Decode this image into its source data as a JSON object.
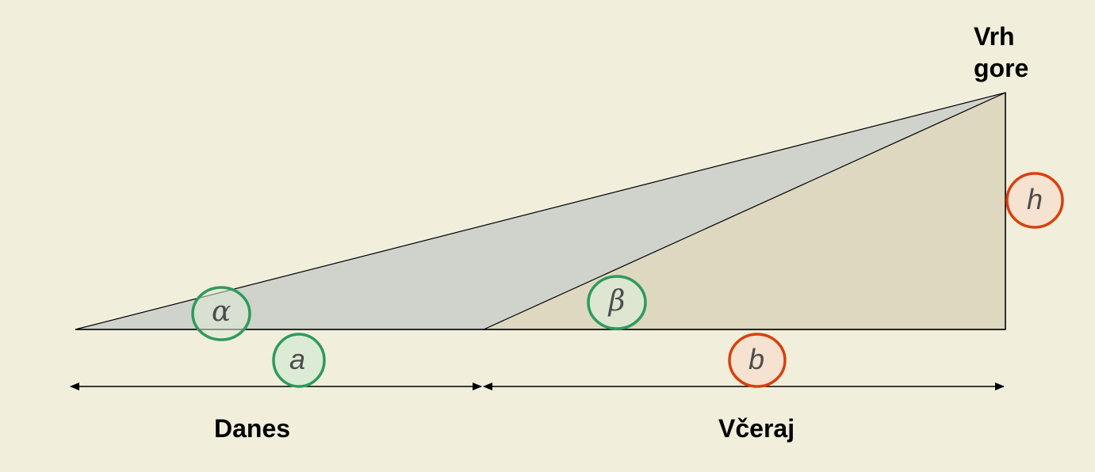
{
  "labels": {
    "peak": "Vrh\ngore",
    "today": "Danes",
    "yesterday": "Včeraj"
  },
  "symbols": {
    "alpha": "α",
    "beta": "β",
    "a": "a",
    "b": "b",
    "h": "h"
  },
  "colors": {
    "background": "#f1eedc",
    "outer_triangle": "#d0d2cc",
    "inner_triangle": "#ded8c0",
    "green_circle": "#2e9a5c",
    "green_fill": "#dcebd6",
    "red_circle": "#d8400e",
    "red_fill": "#f5e2d0"
  }
}
